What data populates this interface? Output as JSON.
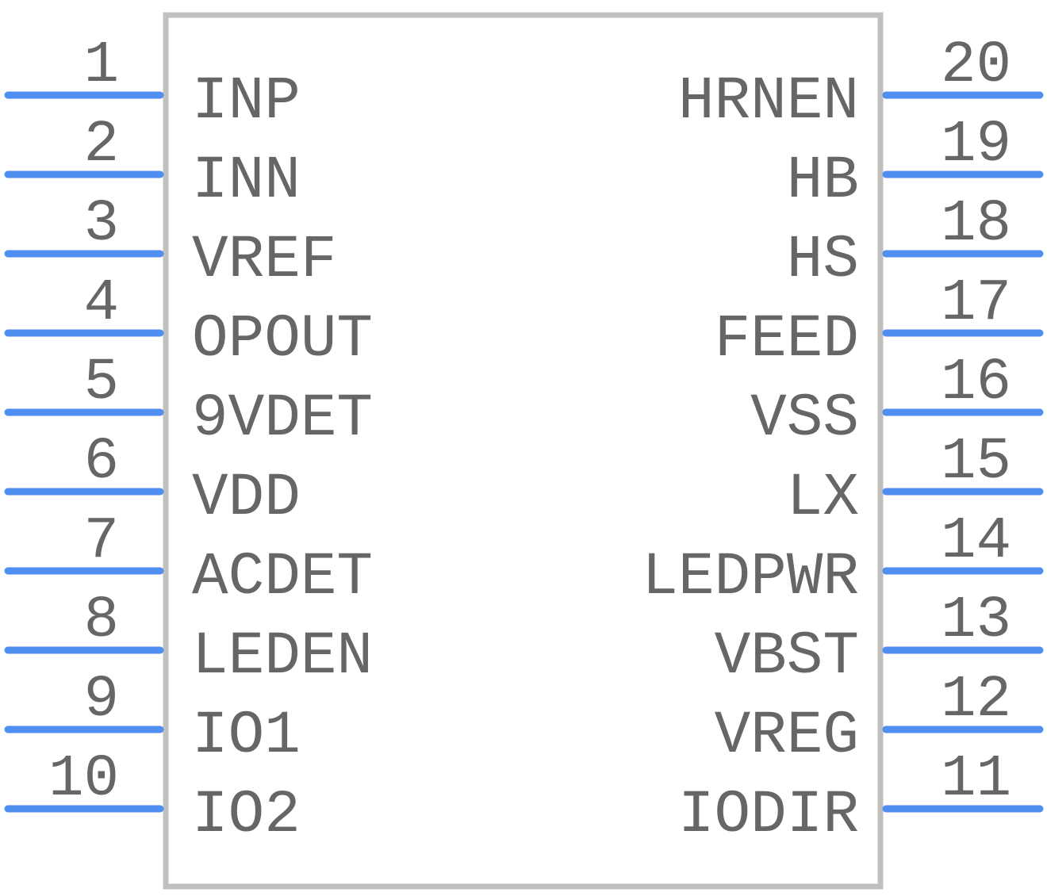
{
  "symbol": {
    "body_color": "#c0c0c0",
    "pin_color": "#4f8ff0",
    "text_color": "#666666",
    "left_pins": [
      {
        "number": "1",
        "name": "INP"
      },
      {
        "number": "2",
        "name": "INN"
      },
      {
        "number": "3",
        "name": "VREF"
      },
      {
        "number": "4",
        "name": "OPOUT"
      },
      {
        "number": "5",
        "name": "9VDET"
      },
      {
        "number": "6",
        "name": "VDD"
      },
      {
        "number": "7",
        "name": "ACDET"
      },
      {
        "number": "8",
        "name": "LEDEN"
      },
      {
        "number": "9",
        "name": "IO1"
      },
      {
        "number": "10",
        "name": "IO2"
      }
    ],
    "right_pins": [
      {
        "number": "20",
        "name": "HRNEN"
      },
      {
        "number": "19",
        "name": "HB"
      },
      {
        "number": "18",
        "name": "HS"
      },
      {
        "number": "17",
        "name": "FEED"
      },
      {
        "number": "16",
        "name": "VSS"
      },
      {
        "number": "15",
        "name": "LX"
      },
      {
        "number": "14",
        "name": "LEDPWR"
      },
      {
        "number": "13",
        "name": "VBST"
      },
      {
        "number": "12",
        "name": "VREG"
      },
      {
        "number": "11",
        "name": "IODIR"
      }
    ]
  }
}
